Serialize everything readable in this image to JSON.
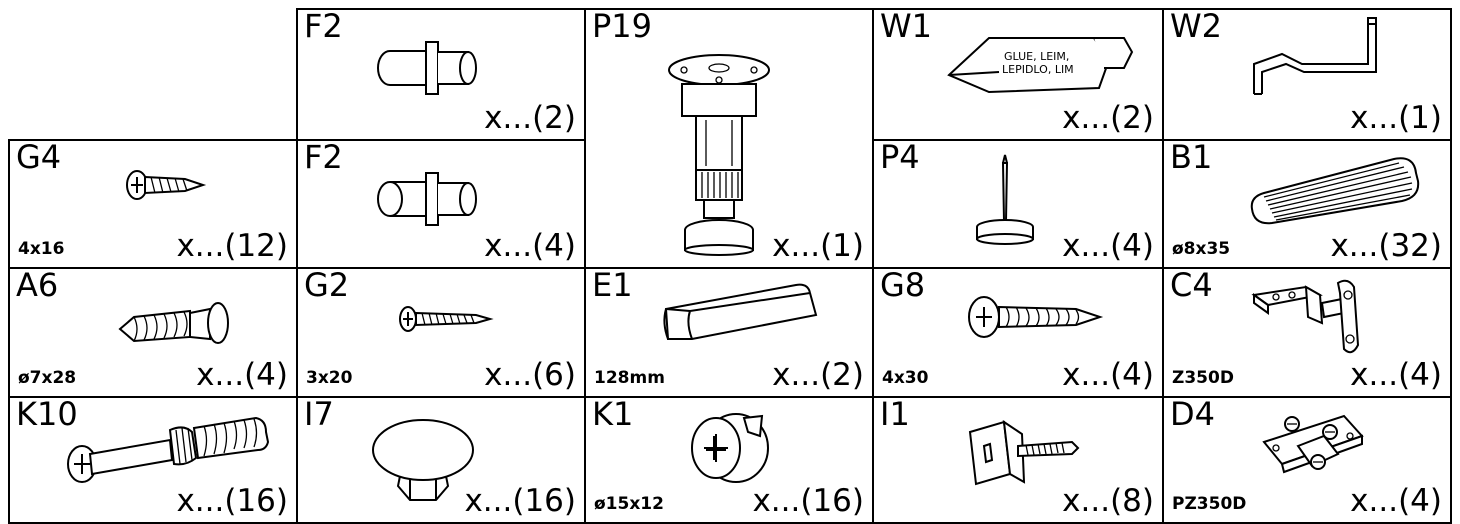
{
  "parts": {
    "f2a": {
      "code": "F2",
      "qty": "x...(2)"
    },
    "p19": {
      "code": "P19",
      "qty": "x...(1)"
    },
    "w1": {
      "code": "W1",
      "qty": "x...(2)",
      "label_line1": "GLUE, LEIM,",
      "label_line2": "LEPIDLO, LIM"
    },
    "w2": {
      "code": "W2",
      "qty": "x...(1)"
    },
    "g4": {
      "code": "G4",
      "qty": "x...(12)",
      "size": "4x16"
    },
    "f2b": {
      "code": "F2",
      "qty": "x...(4)"
    },
    "p4": {
      "code": "P4",
      "qty": "x...(4)"
    },
    "b1": {
      "code": "B1",
      "qty": "x...(32)",
      "size": "ø8x35"
    },
    "a6": {
      "code": "A6",
      "qty": "x...(4)",
      "size": "ø7x28"
    },
    "g2": {
      "code": "G2",
      "qty": "x...(6)",
      "size": "3x20"
    },
    "e1": {
      "code": "E1",
      "qty": "x...(2)",
      "size": "128mm"
    },
    "g8": {
      "code": "G8",
      "qty": "x...(4)",
      "size": "4x30"
    },
    "c4": {
      "code": "C4",
      "qty": "x...(4)",
      "size": "Z350D"
    },
    "k10": {
      "code": "K10",
      "qty": "x...(16)"
    },
    "i7": {
      "code": "I7",
      "qty": "x...(16)"
    },
    "k1": {
      "code": "K1",
      "qty": "x...(16)",
      "size": "ø15x12"
    },
    "i1": {
      "code": "I1",
      "qty": "x...(8)"
    },
    "d4": {
      "code": "D4",
      "qty": "x...(4)",
      "size": "PZ350D"
    }
  }
}
